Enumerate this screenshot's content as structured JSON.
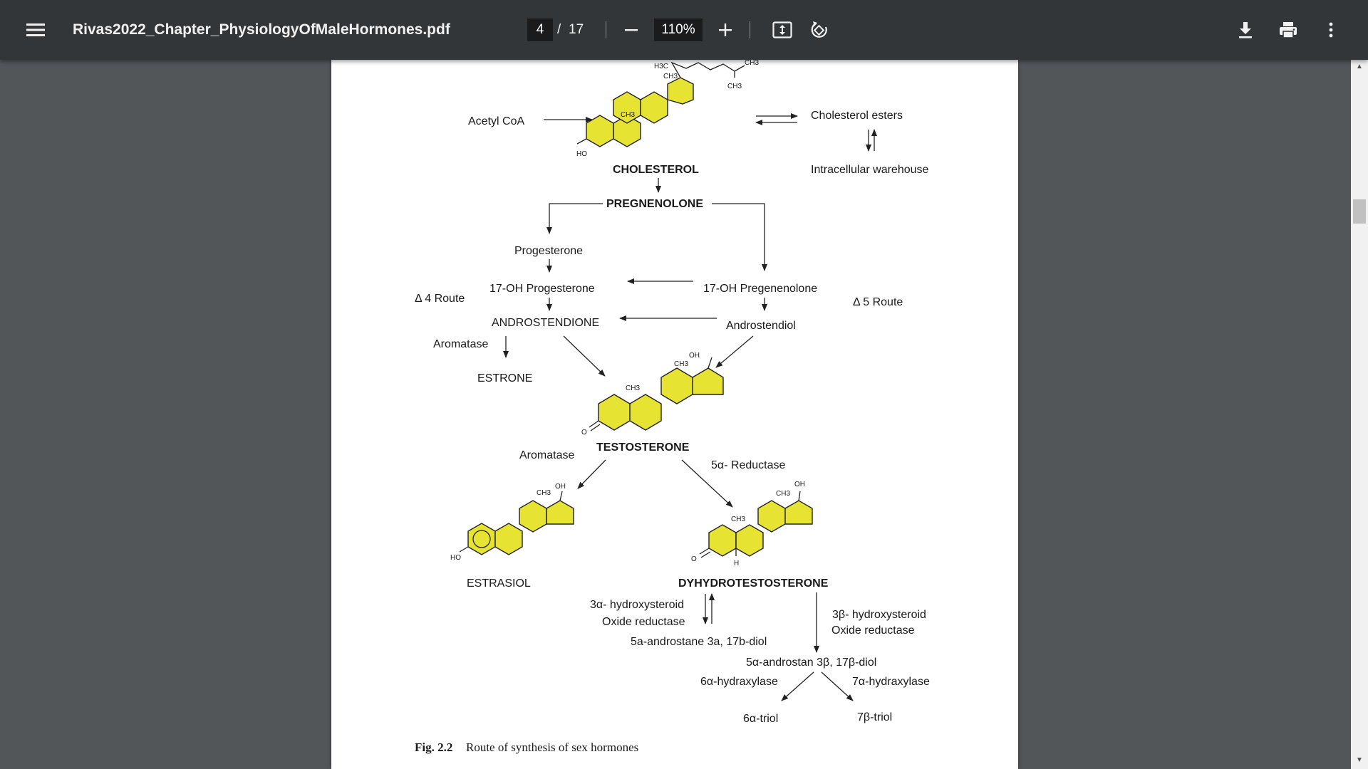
{
  "toolbar": {
    "title": "Rivas2022_Chapter_PhysiologyOfMaleHormones.pdf",
    "page_current": "4",
    "page_separator": "/",
    "page_total": "17",
    "zoom": "110%",
    "icons": {
      "menu": "hamburger-menu-icon",
      "zoom_out": "minus-icon",
      "zoom_in": "plus-icon",
      "fit": "fit-to-page-icon",
      "rotate": "rotate-icon",
      "download": "download-icon",
      "print": "print-icon",
      "more": "more-vertical-icon"
    }
  },
  "figure": {
    "acetyl_coa": "Acetyl CoA",
    "cholesterol": "CHOLESTEROL",
    "cholesterol_esters": "Cholesterol esters",
    "intracellular_warehouse": "Intracellular warehouse",
    "pregnenolone": "PREGNENOLONE",
    "progesterone": "Progesterone",
    "oh17_progesterone": "17-OH Progesterone",
    "oh17_pregnenolone": "17-OH Pregenenolone",
    "delta4_route": "Δ 4 Route",
    "delta5_route": "Δ 5 Route",
    "androstendione": "ANDROSTENDIONE",
    "androstendiol": "Androstendiol",
    "aromatase_1": "Aromatase",
    "estrone": "ESTRONE",
    "testosterone": "TESTOSTERONE",
    "aromatase_2": "Aromatase",
    "reductase_5a": "5α- Reductase",
    "estrasiol": "ESTRASIOL",
    "dht": "DYHYDROTESTOSTERONE",
    "hsd3a_line1": "3α- hydroxysteroid",
    "hsd3a_line2": "Oxide reductase",
    "hsd3b_line1": "3β- hydroxysteroid",
    "hsd3b_line2": "Oxide reductase",
    "androstane_3a": "5a-androstane 3a, 17b-diol",
    "androstan_3b": "5α-androstan 3β, 17β-diol",
    "hydraxylase_6a": "6α-hydraxylase",
    "hydraxylase_7a": "7α-hydraxylase",
    "triol_6a": "6α-triol",
    "triol_7b": "7β-triol",
    "atoms": {
      "h3c": "H3C",
      "ch3": "CH3",
      "ho": "HO",
      "oh": "OH",
      "o": "O",
      "h": "H"
    },
    "ring_color": "#e6e332"
  },
  "caption": {
    "fig_label": "Fig. 2.2",
    "text": "Route of synthesis of sex hormones"
  }
}
